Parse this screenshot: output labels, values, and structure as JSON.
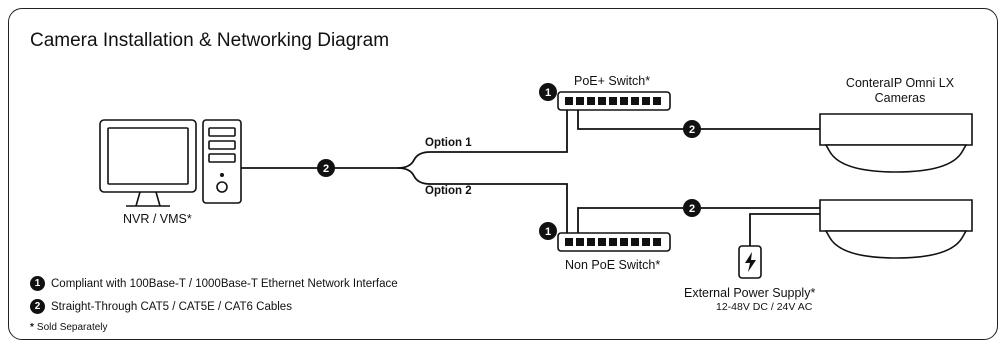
{
  "title": "Camera Installation & Networking Diagram",
  "nodes": {
    "nvr": "NVR / VMS*",
    "poe_switch": "PoE+ Switch*",
    "non_poe_switch": "Non PoE Switch*",
    "cameras_line1": "ConteraIP Omni LX",
    "cameras_line2": "Cameras",
    "power_supply": "External Power Supply*",
    "power_spec": "12-48V DC / 24V AC"
  },
  "options": {
    "option1": "Option 1",
    "option2": "Option 2"
  },
  "badges": {
    "one": "1",
    "two": "2"
  },
  "legend": {
    "item1": "Compliant with 100Base-T / 1000Base-T Ethernet Network Interface",
    "item2": "Straight-Through CAT5 / CAT5E / CAT6 Cables",
    "note_star": "*",
    "note": "Sold Separately"
  }
}
